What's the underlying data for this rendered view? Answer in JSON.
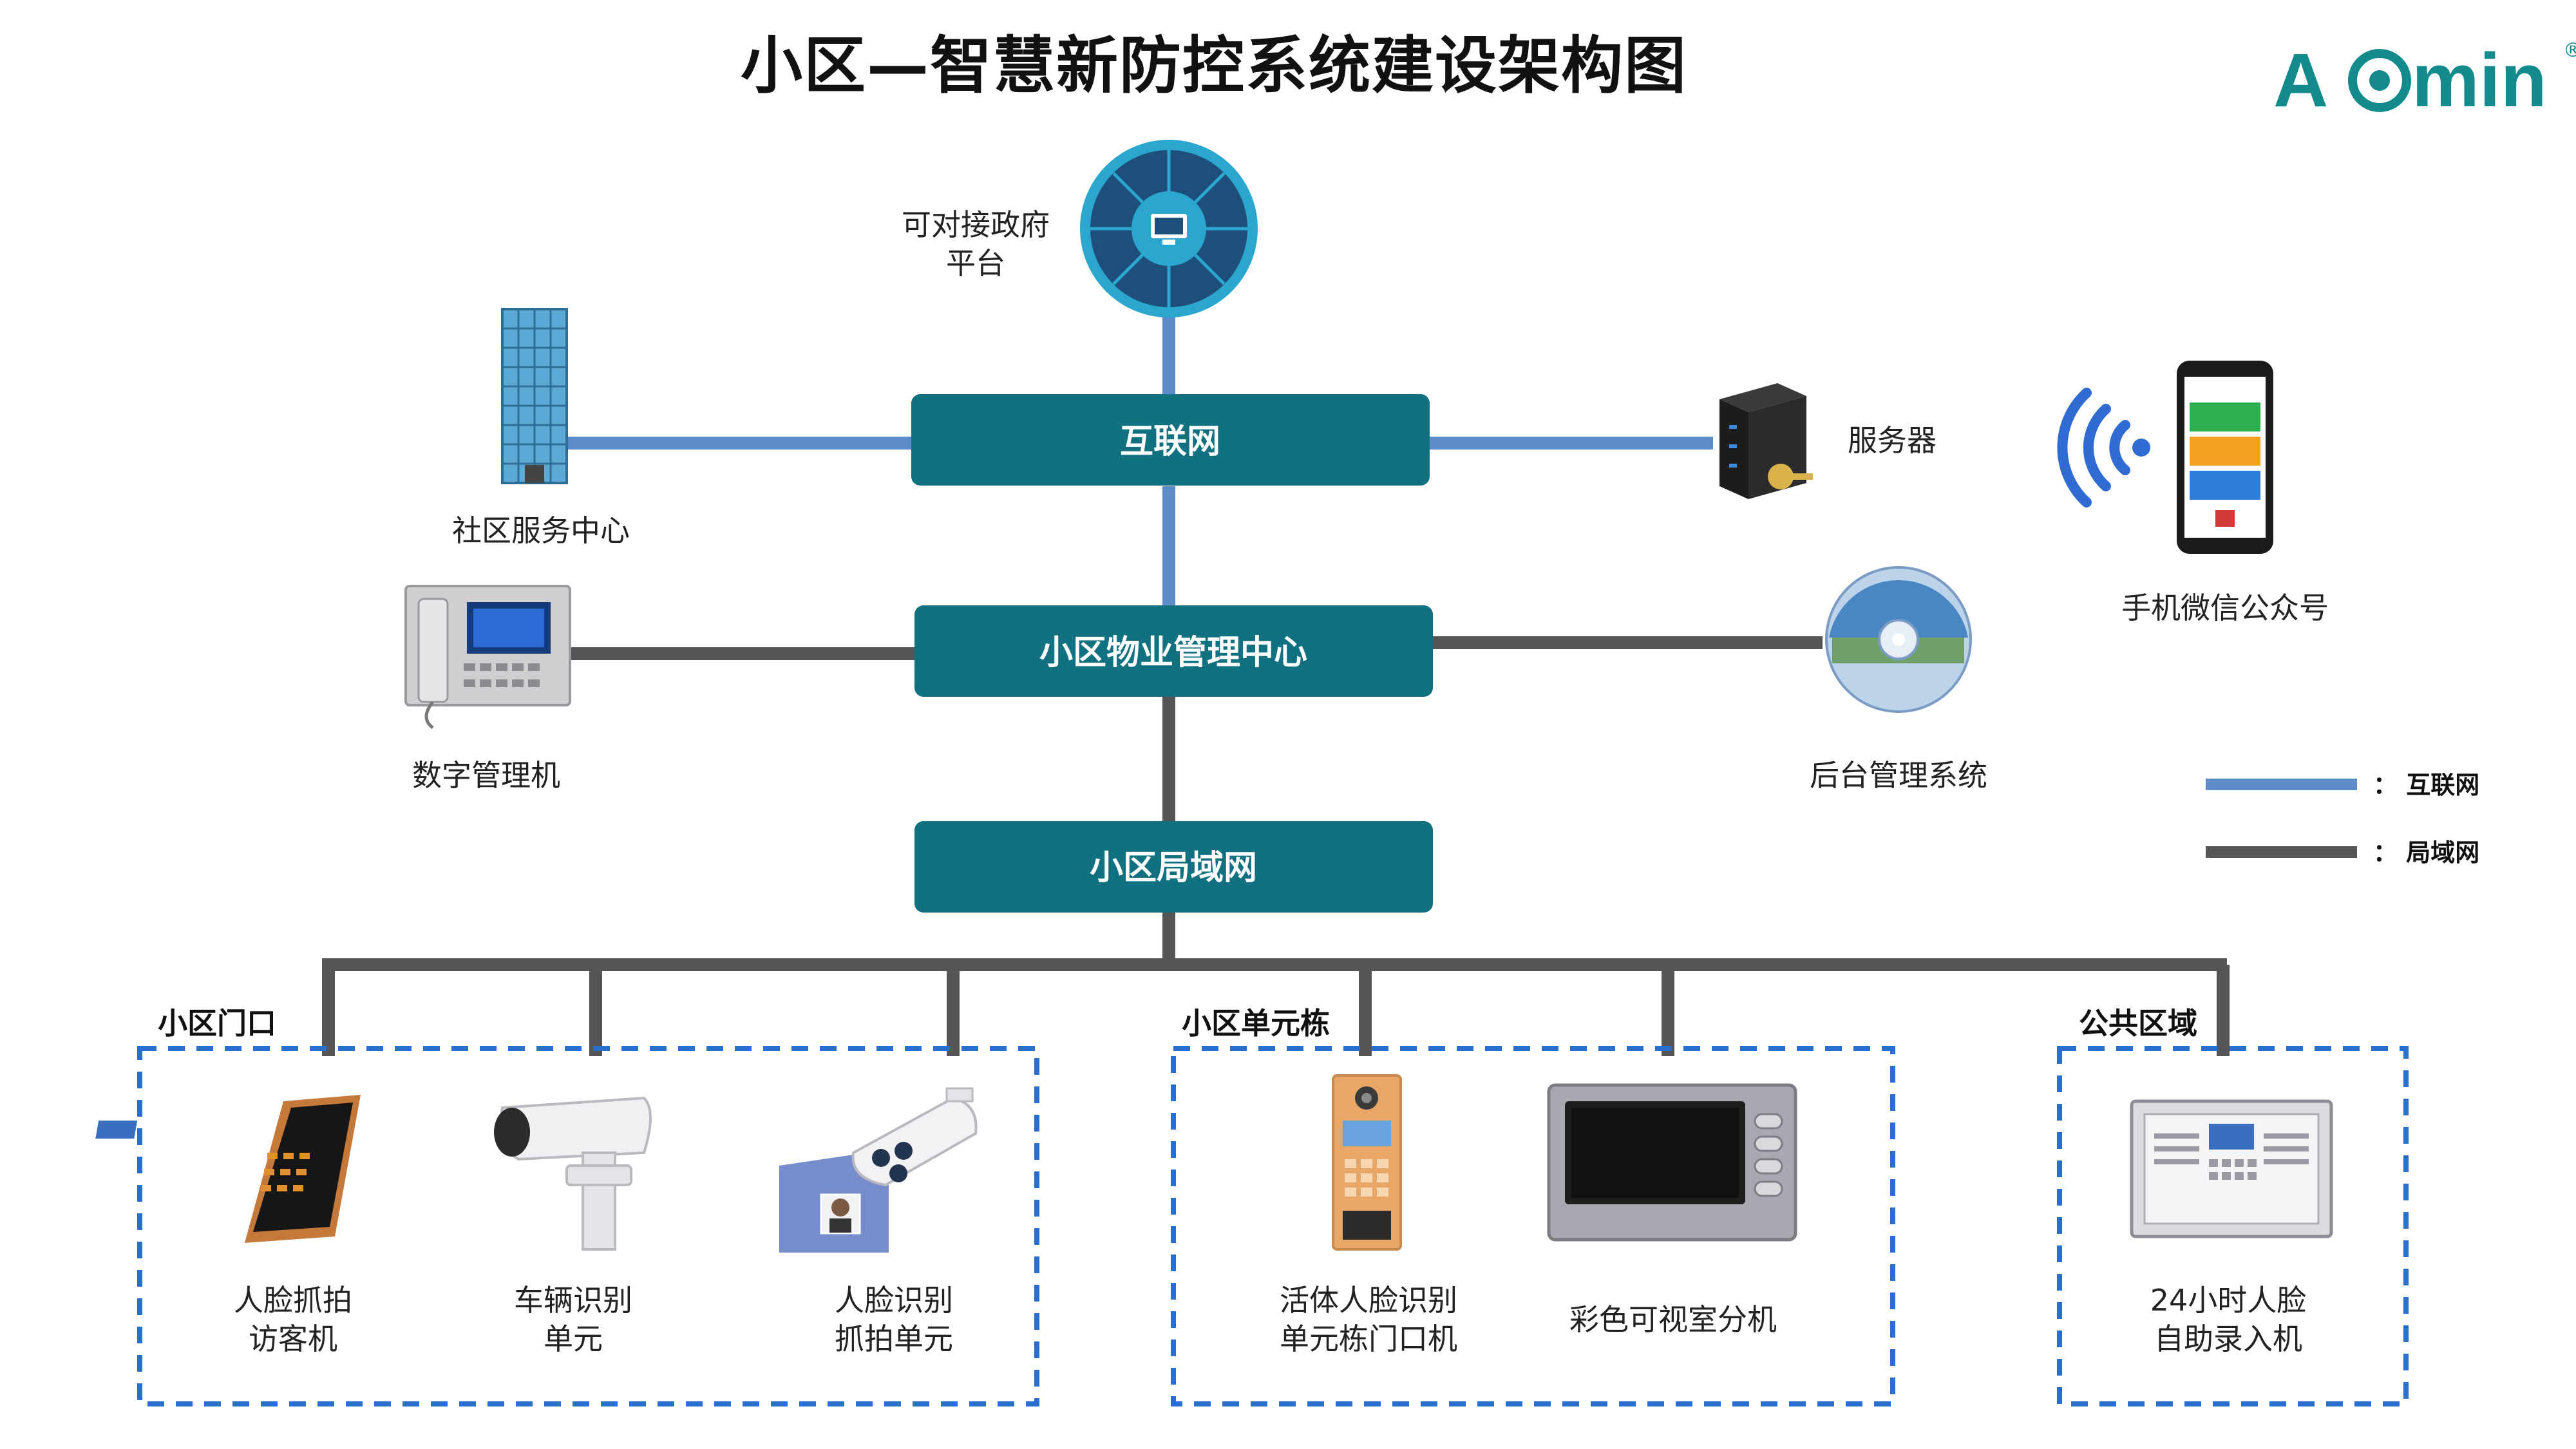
{
  "title": "小区—智慧新防控系统建设架构图",
  "logo": {
    "text": "A min",
    "registered": "®"
  },
  "colors": {
    "node_fill": "#127180",
    "internet_line": "#5b8bc8",
    "lan_line": "#555555",
    "zone_border": "#2a6fcf",
    "logo": "#138a8c"
  },
  "top": {
    "gov_platform": [
      "可对接政府",
      "平台"
    ]
  },
  "nodes": {
    "internet": "互联网",
    "property": "小区物业管理中心",
    "lan": "小区局域网"
  },
  "peripherals": {
    "community_center": "社区服务中心",
    "server": "服务器",
    "mobile_wechat": "手机微信公众号",
    "digital_manager": "数字管理机",
    "backend_system": "后台管理系统"
  },
  "legend": [
    {
      "label": "： 互联网",
      "color": "#5b8bc8"
    },
    {
      "label": "： 局域网",
      "color": "#555555"
    }
  ],
  "zones": [
    {
      "title": "小区门口",
      "devices": [
        {
          "lines": [
            "人脸抓拍",
            "访客机"
          ]
        },
        {
          "lines": [
            "车辆识别",
            "单元"
          ]
        },
        {
          "lines": [
            "人脸识别",
            "抓拍单元"
          ]
        }
      ]
    },
    {
      "title": "小区单元栋",
      "devices": [
        {
          "lines": [
            "活体人脸识别",
            "单元栋门口机"
          ]
        },
        {
          "lines": [
            "彩色可视室分机"
          ]
        }
      ]
    },
    {
      "title": "公共区域",
      "devices": [
        {
          "lines": [
            "24小时人脸",
            "自助录入机"
          ]
        }
      ]
    }
  ]
}
